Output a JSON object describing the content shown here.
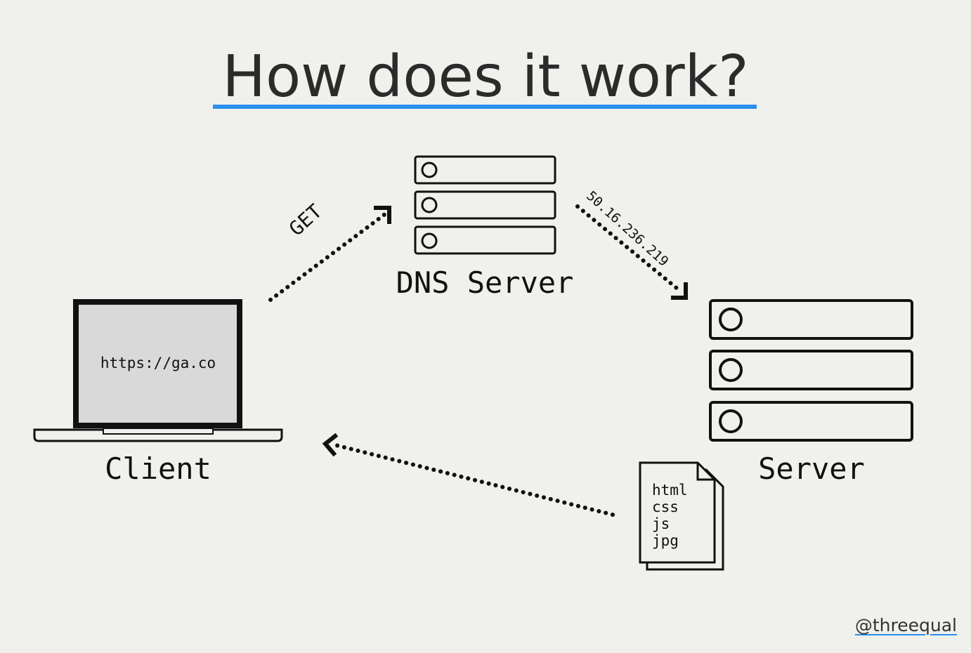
{
  "title": "How does it work?",
  "nodes": {
    "dns": {
      "label": "DNS Server"
    },
    "client": {
      "label": "Client",
      "screen_url": "https://ga.co"
    },
    "server": {
      "label": "Server"
    }
  },
  "edges": {
    "request": {
      "label": "GET"
    },
    "dns_response": {
      "label": "50.16.236.219"
    }
  },
  "files": [
    "html",
    "css",
    "js",
    "jpg"
  ],
  "credit": "@threequal",
  "colors": {
    "background": "#f0f0ec",
    "accent": "#2a8ff0",
    "ink": "#111111"
  }
}
